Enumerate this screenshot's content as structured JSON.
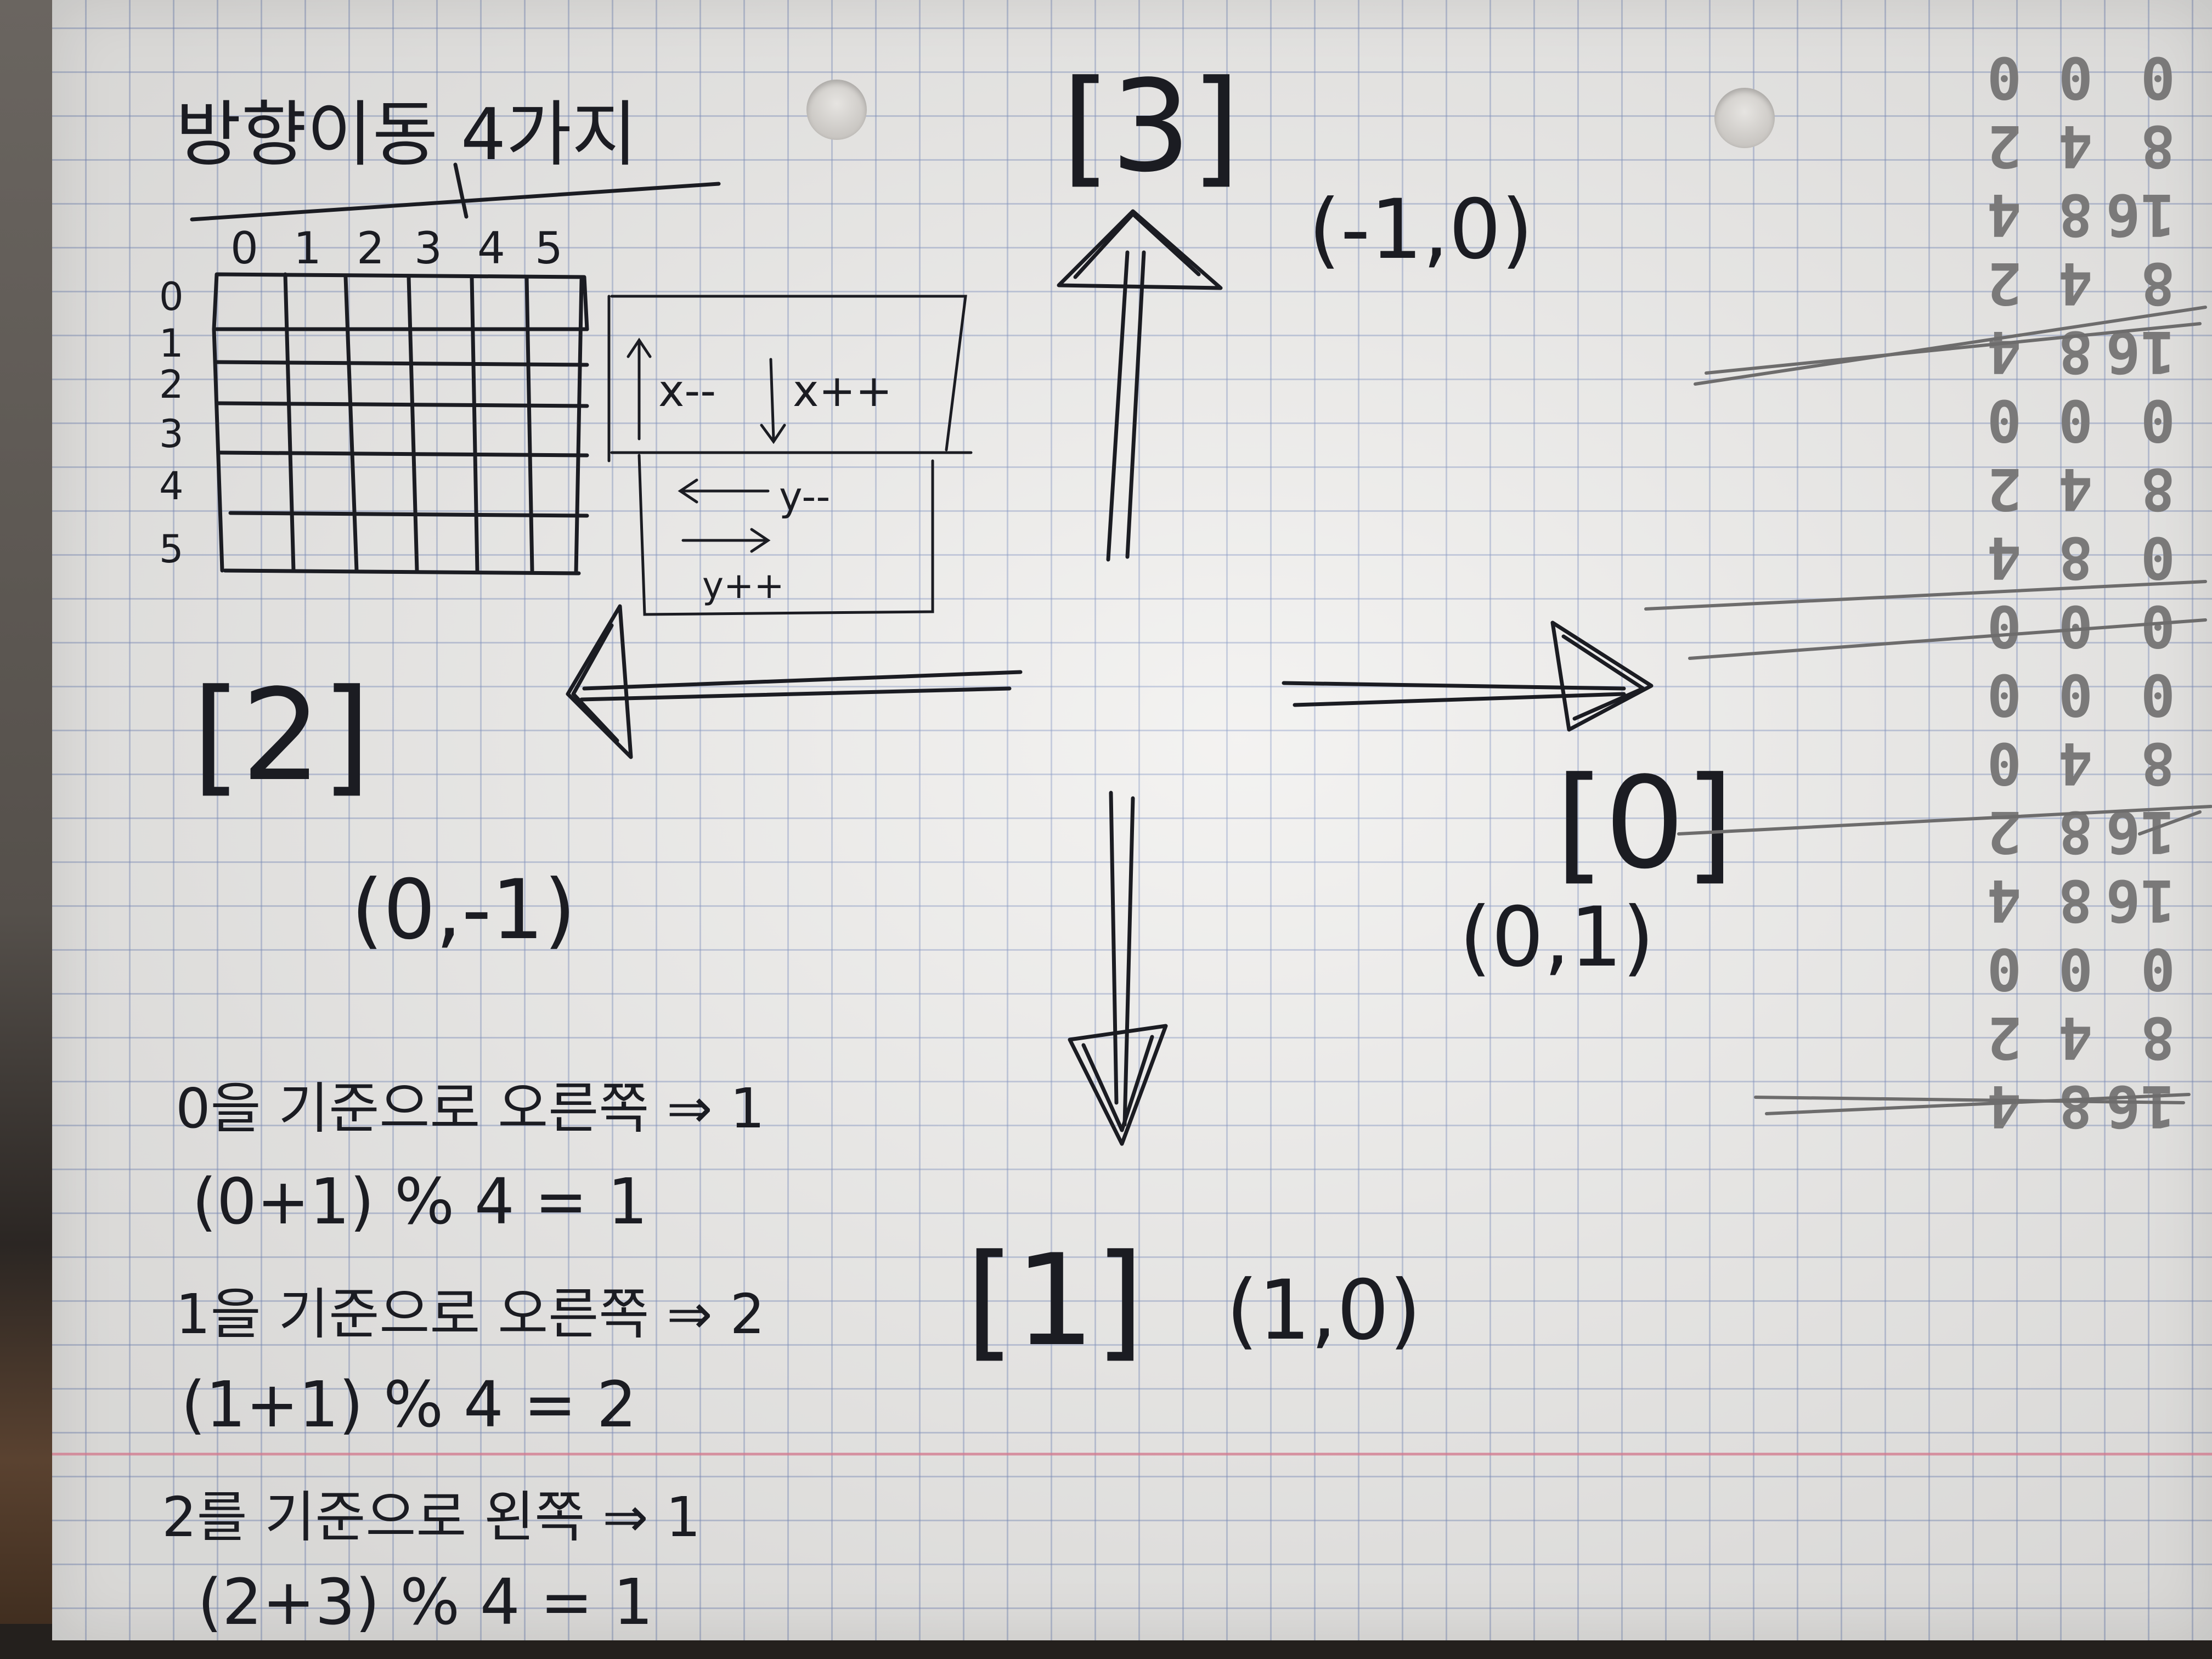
{
  "notes": {
    "title": "방향이동 4가지",
    "grid_col_labels": [
      "0",
      "1",
      "2",
      "3",
      "4",
      "5"
    ],
    "grid_row_labels": [
      "0",
      "1",
      "2",
      "3",
      "4",
      "5"
    ],
    "move_labels": {
      "x_minus": "x--",
      "x_plus": "x++",
      "y_minus": "y--",
      "y_plus": "y++"
    },
    "directions": {
      "up_index": "[3]",
      "up_vector": "(-1,0)",
      "left_index": "[2]",
      "left_vector": "(0,-1)",
      "right_index": "[0]",
      "right_vector": "(0,1)",
      "down_index": "[1]",
      "down_vector": "(1,0)"
    },
    "rules": [
      {
        "text": "0을 기준으로 오른쪽 ⇒ 1",
        "formula": "(0+1) % 4 = 1"
      },
      {
        "text": "1을 기준으로 오른쪽 ⇒ 2",
        "formula": "(1+1) % 4 = 2"
      },
      {
        "text": "2를 기준으로 왼쪽 ⇒ 1",
        "formula": "(2+3) % 4 = 1"
      }
    ],
    "pencil_numbers": [
      [
        "16",
        "8",
        "4"
      ],
      [
        "8",
        "4",
        "2"
      ],
      [
        "0",
        "0",
        "0"
      ],
      [
        "16",
        "8",
        "4"
      ],
      [
        "16",
        "8",
        "2"
      ],
      [
        "8",
        "4",
        "0"
      ],
      [
        "0",
        "0",
        "0"
      ],
      [
        "0",
        "0",
        "0"
      ],
      [
        "0",
        "8",
        "4"
      ],
      [
        "8",
        "4",
        "2"
      ],
      [
        "0",
        "0",
        "0"
      ],
      [
        "16",
        "8",
        "4"
      ],
      [
        "8",
        "4",
        "2"
      ],
      [
        "16",
        "8",
        "4"
      ],
      [
        "8",
        "4",
        "2"
      ],
      [
        "0",
        "0",
        "0"
      ]
    ]
  }
}
